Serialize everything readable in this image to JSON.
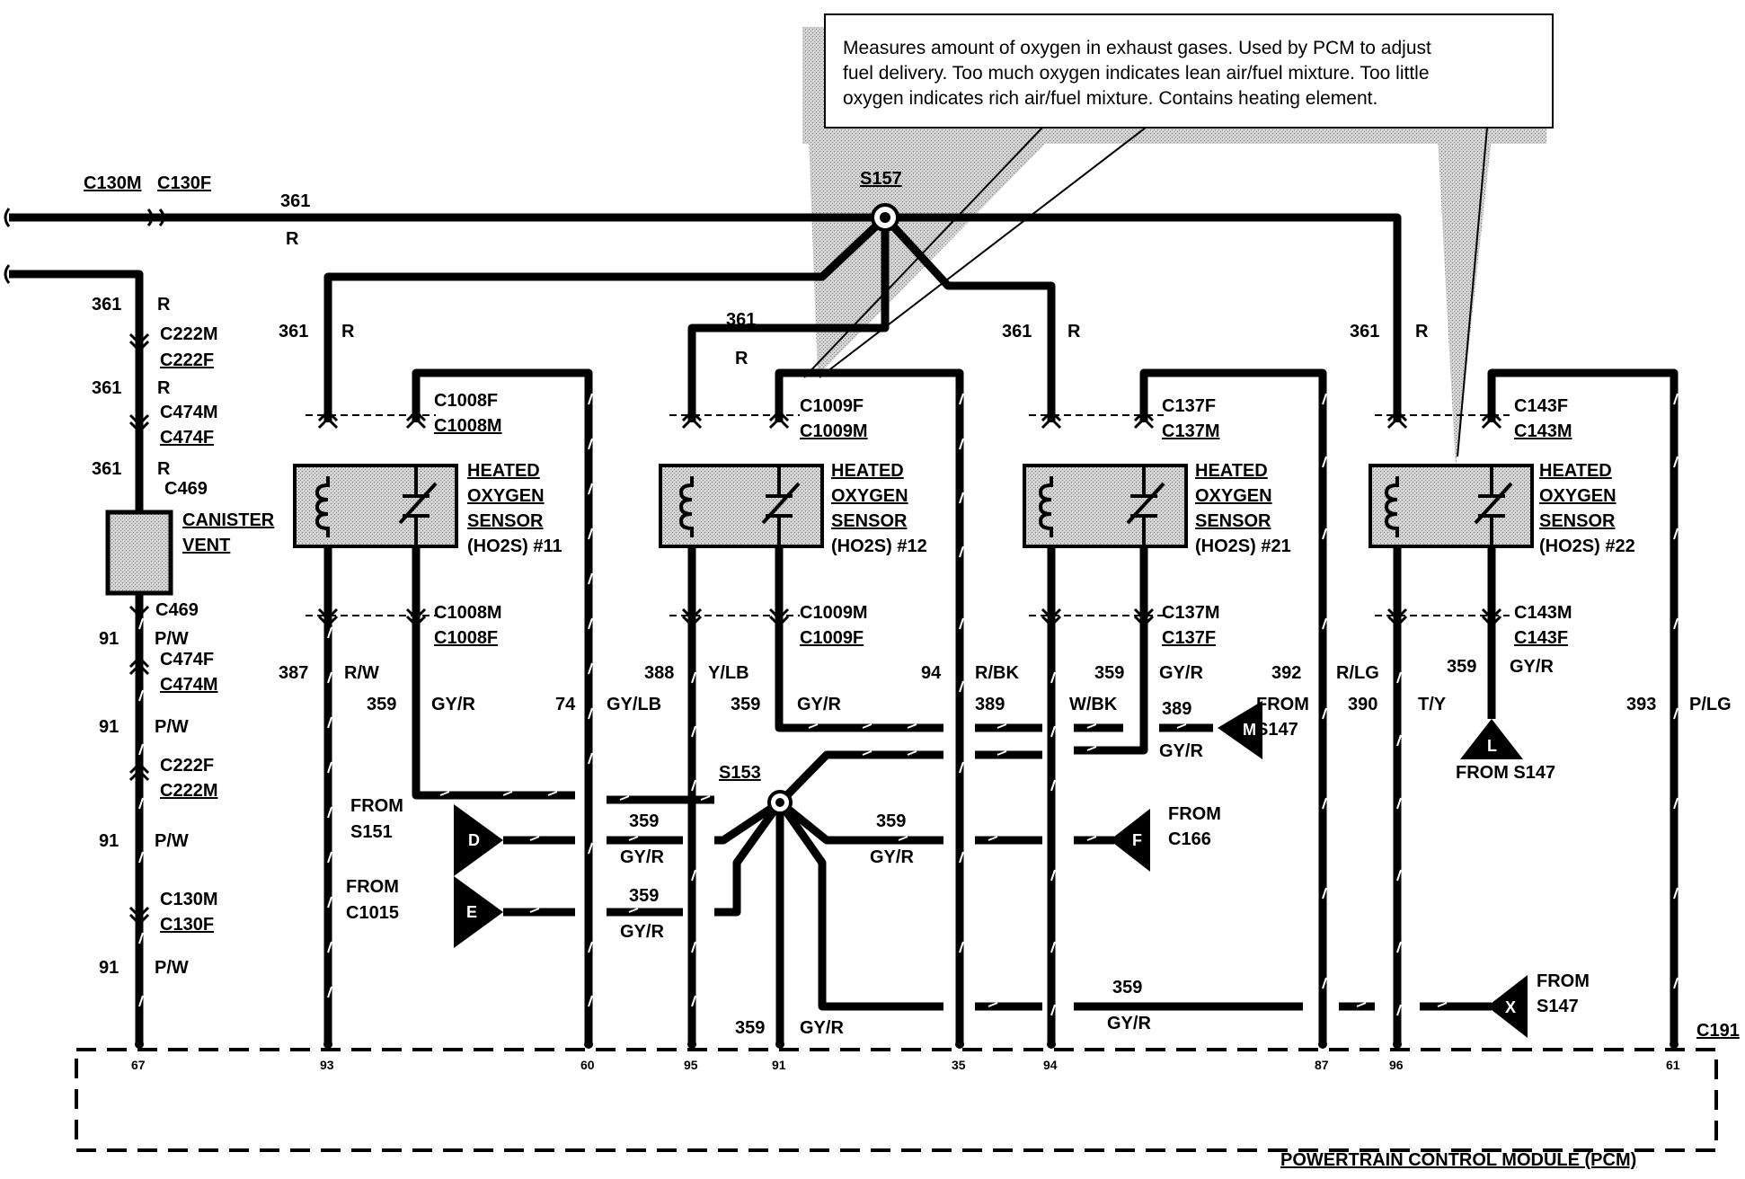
{
  "callout": {
    "lines": [
      "Measures amount of oxygen in exhaust gases. Used by PCM to adjust",
      "fuel delivery. Too much oxygen indicates lean air/fuel mixture. Too little",
      "oxygen indicates rich air/fuel mixture. Contains heating element."
    ]
  },
  "splices": {
    "s157": "S157",
    "s153": "S153"
  },
  "top_connectors": {
    "c130m": "C130M",
    "c130f": "C130F"
  },
  "canister": {
    "name1": "CANISTER",
    "name2": "VENT",
    "conn_top": [
      "C222M",
      "C222F",
      "C474M",
      "C474F",
      "C469"
    ],
    "conn_bottom": [
      "C469",
      "C474F",
      "C474M",
      "C222F",
      "C222M",
      "C130M",
      "C130F"
    ]
  },
  "sensors": [
    {
      "name": [
        "HEATED",
        "OXYGEN",
        "SENSOR",
        "(HO2S) #11"
      ],
      "conn_top": [
        "C1008F",
        "C1008M"
      ],
      "conn_bottom": [
        "C1008M",
        "C1008F"
      ]
    },
    {
      "name": [
        "HEATED",
        "OXYGEN",
        "SENSOR",
        "(HO2S) #12"
      ],
      "conn_top": [
        "C1009F",
        "C1009M"
      ],
      "conn_bottom": [
        "C1009M",
        "C1009F"
      ]
    },
    {
      "name": [
        "HEATED",
        "OXYGEN",
        "SENSOR",
        "(HO2S) #21"
      ],
      "conn_top": [
        "C137F",
        "C137M"
      ],
      "conn_bottom": [
        "C137M",
        "C137F"
      ]
    },
    {
      "name": [
        "HEATED",
        "OXYGEN",
        "SENSOR",
        "(HO2S) #22"
      ],
      "conn_top": [
        "C143F",
        "C143M"
      ],
      "conn_bottom": [
        "C143M",
        "C143F"
      ]
    }
  ],
  "wires": {
    "c361": "361",
    "r": "R",
    "c91": "91",
    "pw": "P/W",
    "c387": "387",
    "rw": "R/W",
    "c359": "359",
    "gyr": "GY/R",
    "c74": "74",
    "gylb": "GY/LB",
    "c388": "388",
    "ylb": "Y/LB",
    "c94": "94",
    "rbk": "R/BK",
    "c389": "389",
    "wbk": "W/BK",
    "c392": "392",
    "rlg": "R/LG",
    "c390": "390",
    "ty": "T/Y",
    "c393": "393",
    "plg": "P/LG"
  },
  "refs": {
    "from": "FROM",
    "s151": "S151",
    "c1015": "C1015",
    "c166": "C166",
    "s147": "S147",
    "from_s147": "FROM S147",
    "d": "D",
    "e": "E",
    "f": "F",
    "m": "M",
    "l": "L",
    "x": "X"
  },
  "pcm": {
    "label": "POWERTRAIN CONTROL MODULE (PCM)",
    "connector": "C191",
    "pins": [
      "67",
      "93",
      "60",
      "95",
      "91",
      "35",
      "94",
      "87",
      "96",
      "61"
    ]
  }
}
